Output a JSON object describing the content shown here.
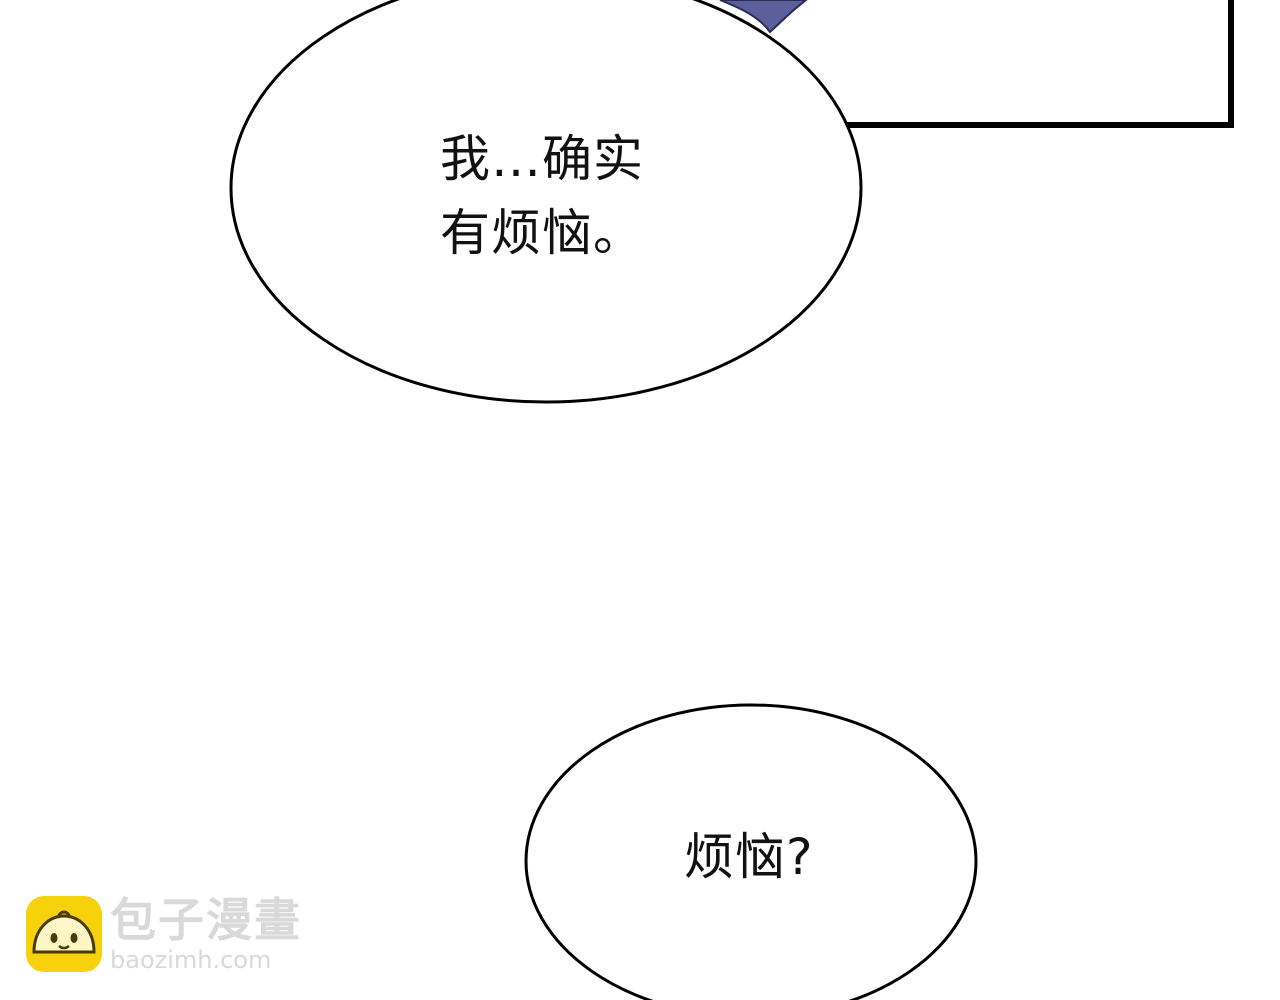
{
  "panel": {
    "bubbles": [
      {
        "lines": [
          "我…确实",
          "有烦恼。"
        ]
      },
      {
        "lines": [
          "烦恼?"
        ]
      }
    ]
  },
  "watermark": {
    "site_name": "包子漫畫",
    "url": "baozimh.com",
    "mascot_icon": "bun-mascot-icon",
    "mascot_color": "#f6d10c"
  }
}
